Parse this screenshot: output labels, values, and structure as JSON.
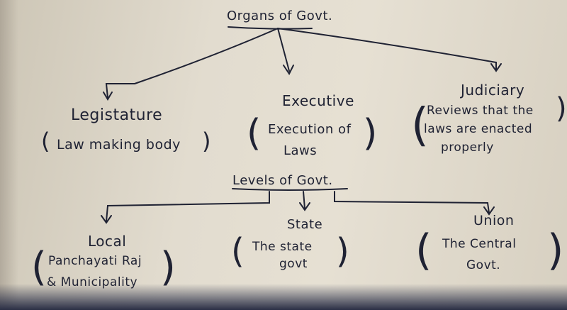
{
  "organs": {
    "title": "Organs of Govt.",
    "legislature": {
      "name": "Legistature",
      "desc": "Law making body"
    },
    "executive": {
      "name": "Executive",
      "desc_line1": "Execution of",
      "desc_line2": "Laws"
    },
    "judiciary": {
      "name": "Judiciary",
      "desc_line1": "Reviews that the",
      "desc_line2": "laws are enacted",
      "desc_line3": "properly"
    }
  },
  "levels": {
    "title": "Levels of Govt.",
    "local": {
      "name": "Local",
      "desc_line1": "Panchayati Raj",
      "desc_line2": "& Municipality"
    },
    "state": {
      "name": "State",
      "desc_line1": "The state",
      "desc_line2": "govt"
    },
    "union": {
      "name": "Union",
      "desc_line1": "The Central",
      "desc_line2": "Govt."
    }
  },
  "colors": {
    "ink": "#1f2233",
    "paper": "#e2dccf"
  }
}
